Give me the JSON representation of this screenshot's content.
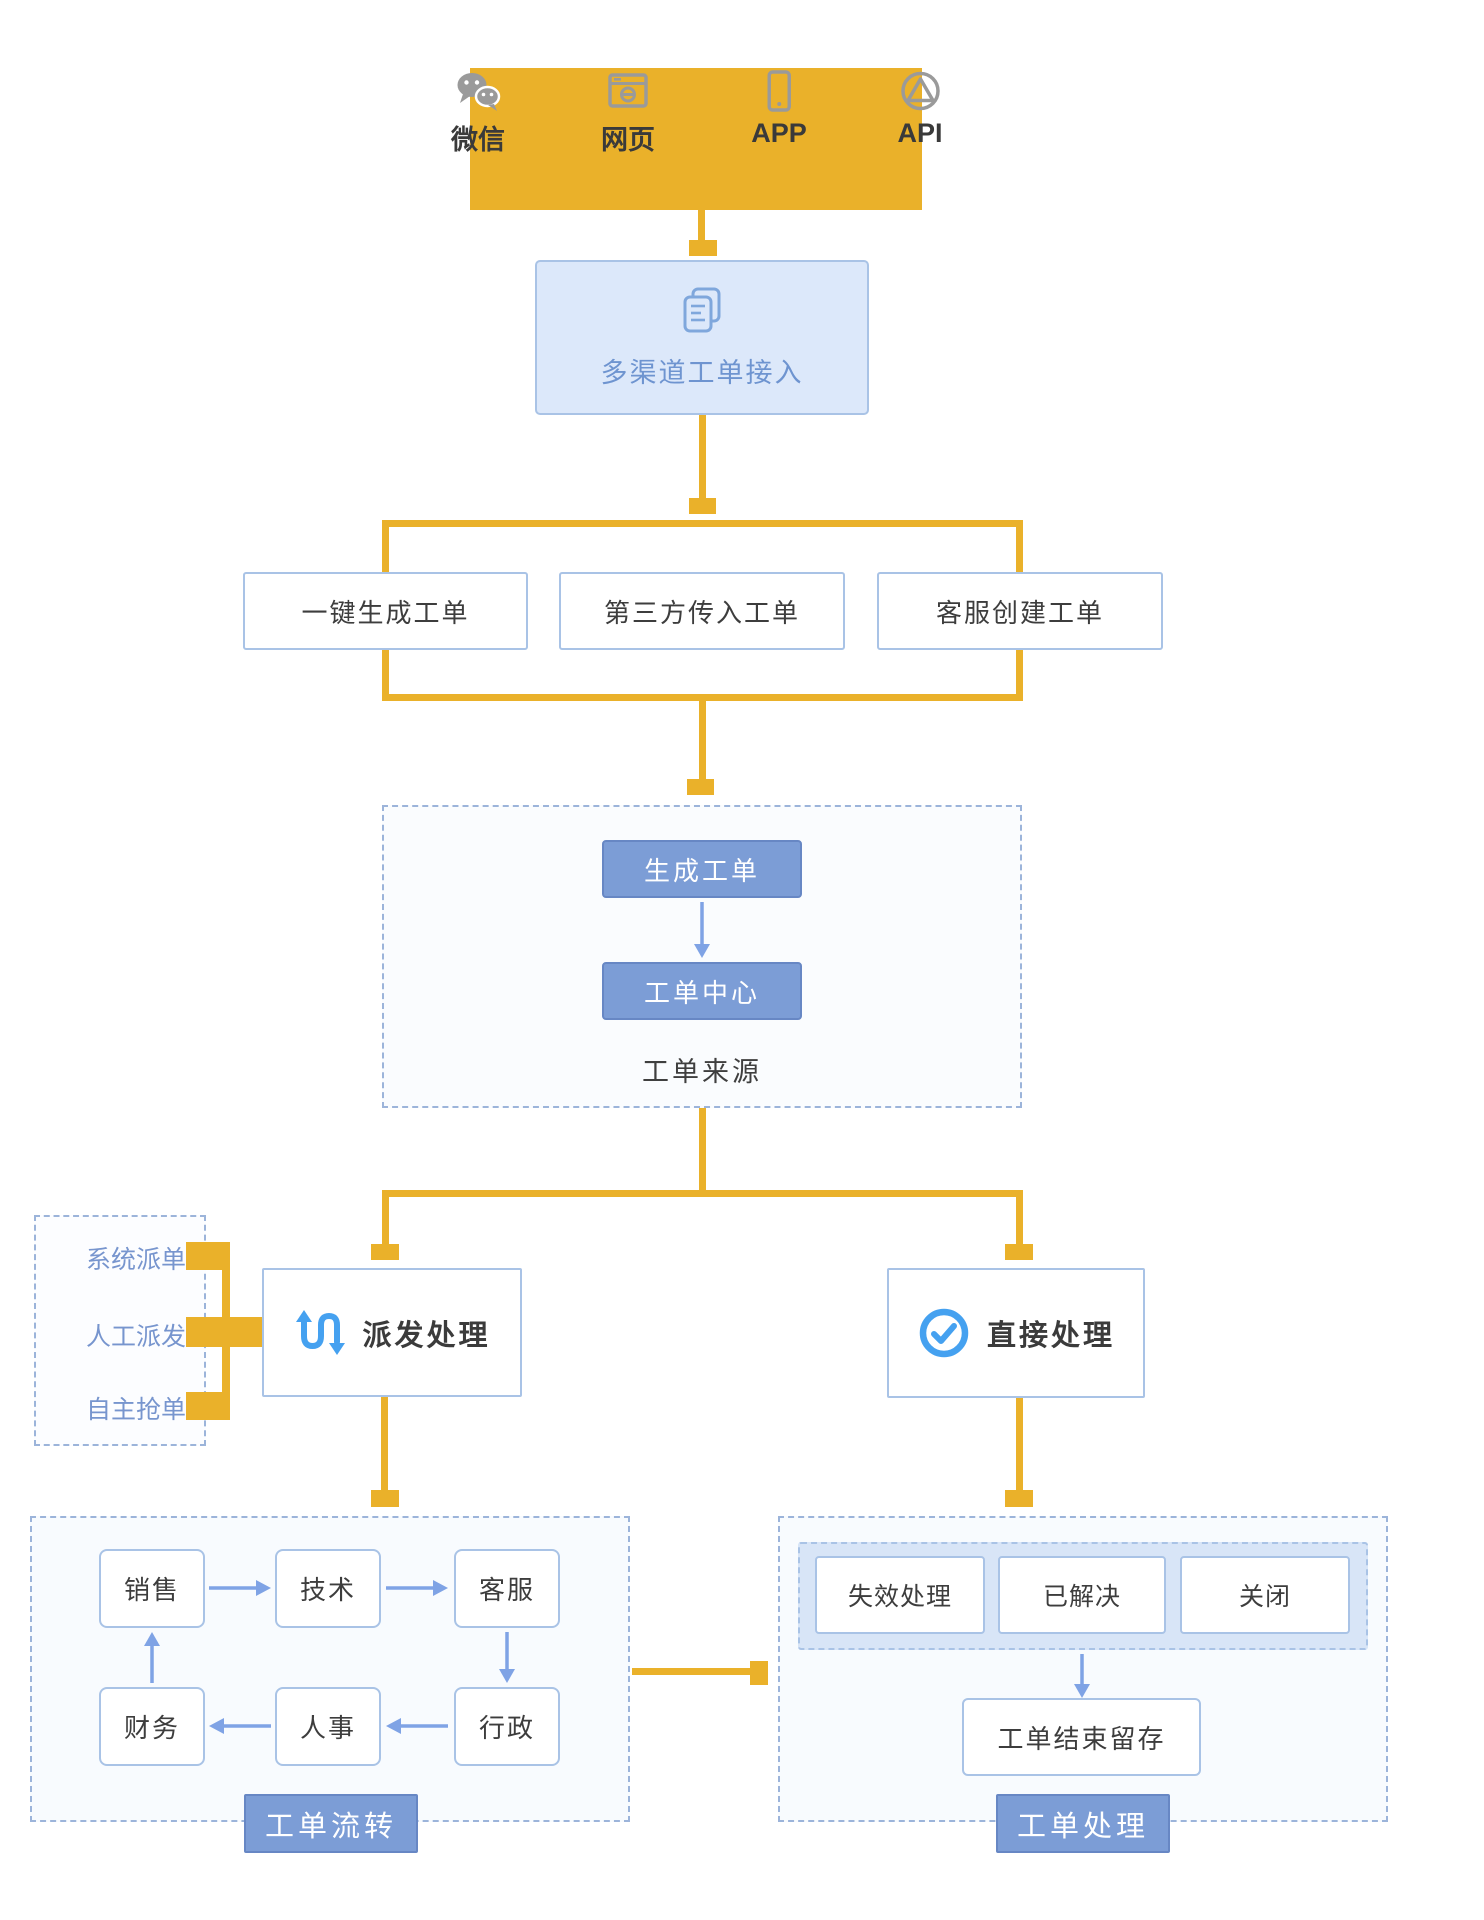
{
  "colors": {
    "accent_yellow": "#EAB12A",
    "node_fill_blue": "#7C9DD6",
    "node_border_blue": "#6787C4",
    "light_blue_fill": "#DCE8FA",
    "box_border": "#A9C3E6",
    "dashed_border": "#9CB4DA",
    "arrow_blue": "#7FA3E5",
    "label_blue": "#7795CE",
    "bright_icon_blue": "#45A1F0",
    "icon_gray": "#9A9A9A",
    "text_dark": "#3D3D3D"
  },
  "channels": {
    "items": [
      {
        "label": "微信",
        "icon": "wechat-icon"
      },
      {
        "label": "网页",
        "icon": "webpage-icon"
      },
      {
        "label": "APP",
        "icon": "app-icon"
      },
      {
        "label": "API",
        "icon": "api-icon"
      }
    ]
  },
  "access": {
    "label": "多渠道工单接入",
    "icon": "documents-icon"
  },
  "creation_methods": {
    "items": [
      "一键生成工单",
      "第三方传入工单",
      "客服创建工单"
    ]
  },
  "ticket_source": {
    "node1": "生成工单",
    "node2": "工单中心",
    "caption": "工单来源"
  },
  "dispatch_modes": {
    "items": [
      "系统派单",
      "人工派发",
      "自主抢单"
    ]
  },
  "branches": {
    "dispatch": {
      "label": "派发处理",
      "icon": "swap-arrows-icon"
    },
    "direct": {
      "label": "直接处理",
      "icon": "check-circle-icon"
    }
  },
  "circulation": {
    "caption": "工单流转",
    "row1": [
      "销售",
      "技术",
      "客服"
    ],
    "row2": [
      "财务",
      "人事",
      "行政"
    ]
  },
  "processing": {
    "caption": "工单处理",
    "statuses": [
      "失效处理",
      "已解决",
      "关闭"
    ],
    "archive": "工单结束留存"
  }
}
